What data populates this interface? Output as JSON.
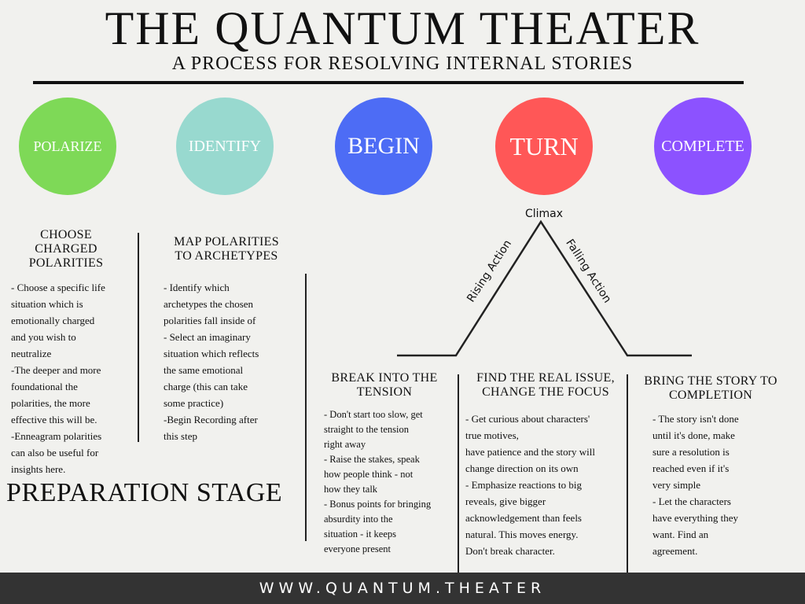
{
  "header": {
    "title": "THE QUANTUM THEATER",
    "subtitle": "A PROCESS FOR RESOLVING INTERNAL STORIES"
  },
  "stages": [
    {
      "label": "POLARIZE",
      "color": "#7ed957"
    },
    {
      "label": "IDENTIFY",
      "color": "#98d9cf"
    },
    {
      "label": "BEGIN",
      "color": "#4d6cf5"
    },
    {
      "label": "TURN",
      "color": "#ff5757"
    },
    {
      "label": "COMPLETE",
      "color": "#8c52ff"
    }
  ],
  "story_arc": {
    "climax": "Climax",
    "rising": "Rising Action",
    "falling": "Falling Action"
  },
  "sections": [
    {
      "heading": "CHOOSE\nCHARGED\nPOLARITIES",
      "bullets": [
        "- Choose a specific life\nsituation which is\nemotionally charged\nand you wish to\nneutralize",
        "-The deeper and more\nfoundational the\npolarities, the more\neffective this will be.",
        "-Enneagram polarities\ncan also be useful for\ninsights here."
      ]
    },
    {
      "heading": "MAP POLARITIES\nTO ARCHETYPES",
      "bullets": [
        "- Identify which\narchetypes the chosen\npolarities fall inside of",
        "- Select an imaginary\nsituation which reflects\nthe same emotional\ncharge (this can take\nsome practice)",
        "-Begin Recording after\nthis step"
      ]
    },
    {
      "heading": "BREAK INTO THE\nTENSION",
      "bullets": [
        "- Don't start too slow, get\nstraight to the tension\nright away",
        "- Raise the stakes, speak\nhow people think - not\nhow they talk",
        "- Bonus points for bringing\nabsurdity into the\nsituation - it keeps\neveryone present"
      ]
    },
    {
      "heading": "FIND THE REAL ISSUE,\nCHANGE THE FOCUS",
      "bullets": [
        "- Get curious about characters'\ntrue motives,\nhave patience and the story will\nchange direction on its own",
        "- Emphasize reactions to big\nreveals, give bigger\nacknowledgement than feels\nnatural. This moves energy.\nDon't break character."
      ]
    },
    {
      "heading": "BRING THE STORY TO\nCOMPLETION",
      "bullets": [
        "- The story isn't done\nuntil it's done, make\nsure a resolution is\nreached even if it's\nvery simple",
        "- Let the characters\nhave everything they\nwant. Find an\nagreement."
      ]
    }
  ],
  "preparation_label": "PREPARATION STAGE",
  "footer": {
    "url": "WWW.QUANTUM.THEATER"
  }
}
